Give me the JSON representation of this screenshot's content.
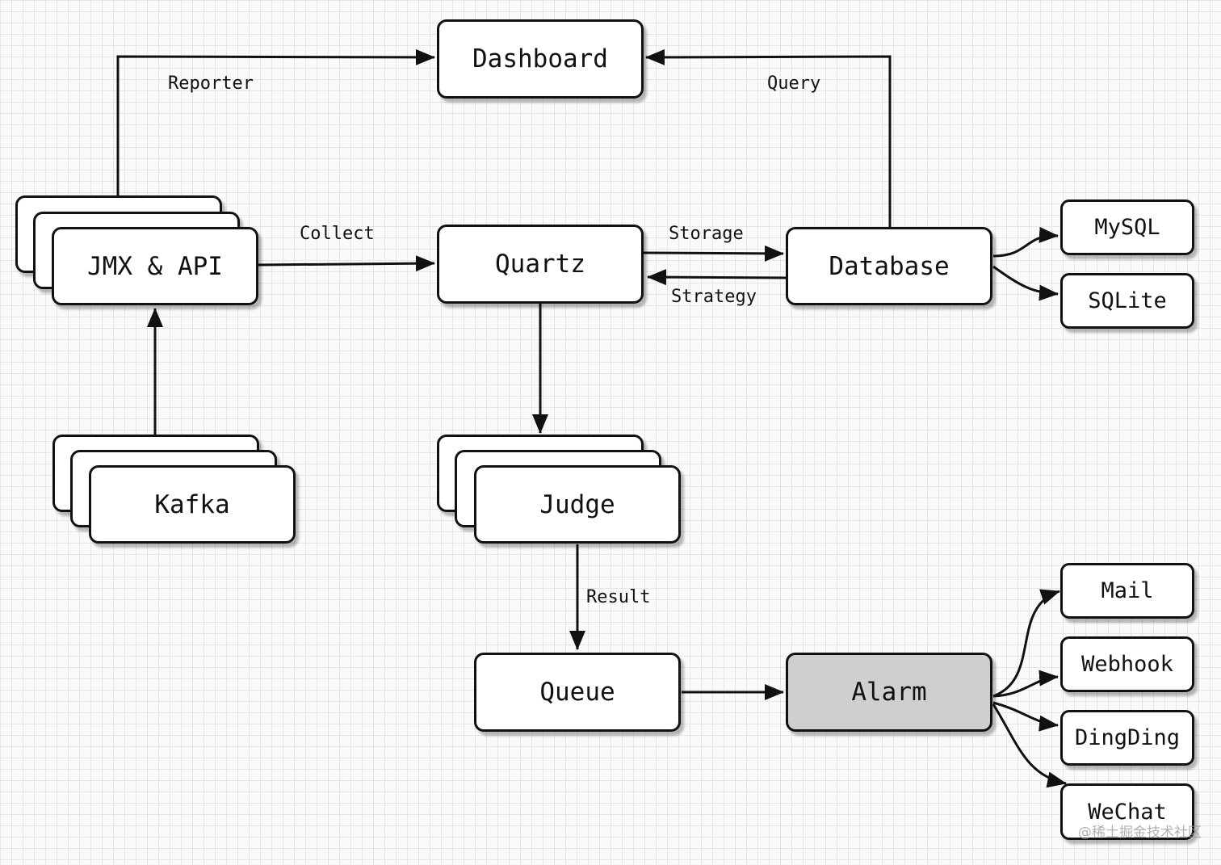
{
  "nodes": {
    "dashboard": "Dashboard",
    "jmx_api": "JMX & API",
    "quartz": "Quartz",
    "database": "Database",
    "mysql": "MySQL",
    "sqlite": "SQLite",
    "kafka": "Kafka",
    "judge": "Judge",
    "queue": "Queue",
    "alarm": "Alarm",
    "mail": "Mail",
    "webhook": "Webhook",
    "dingding": "DingDing",
    "wechat": "WeChat"
  },
  "edges": {
    "reporter": "Reporter",
    "query": "Query",
    "collect": "Collect",
    "storage": "Storage",
    "strategy": "Strategy",
    "result": "Result"
  },
  "watermark": "@稀土掘金技术社区",
  "colors": {
    "alarm_fill": "#cfcfcf",
    "stroke": "#111111"
  }
}
